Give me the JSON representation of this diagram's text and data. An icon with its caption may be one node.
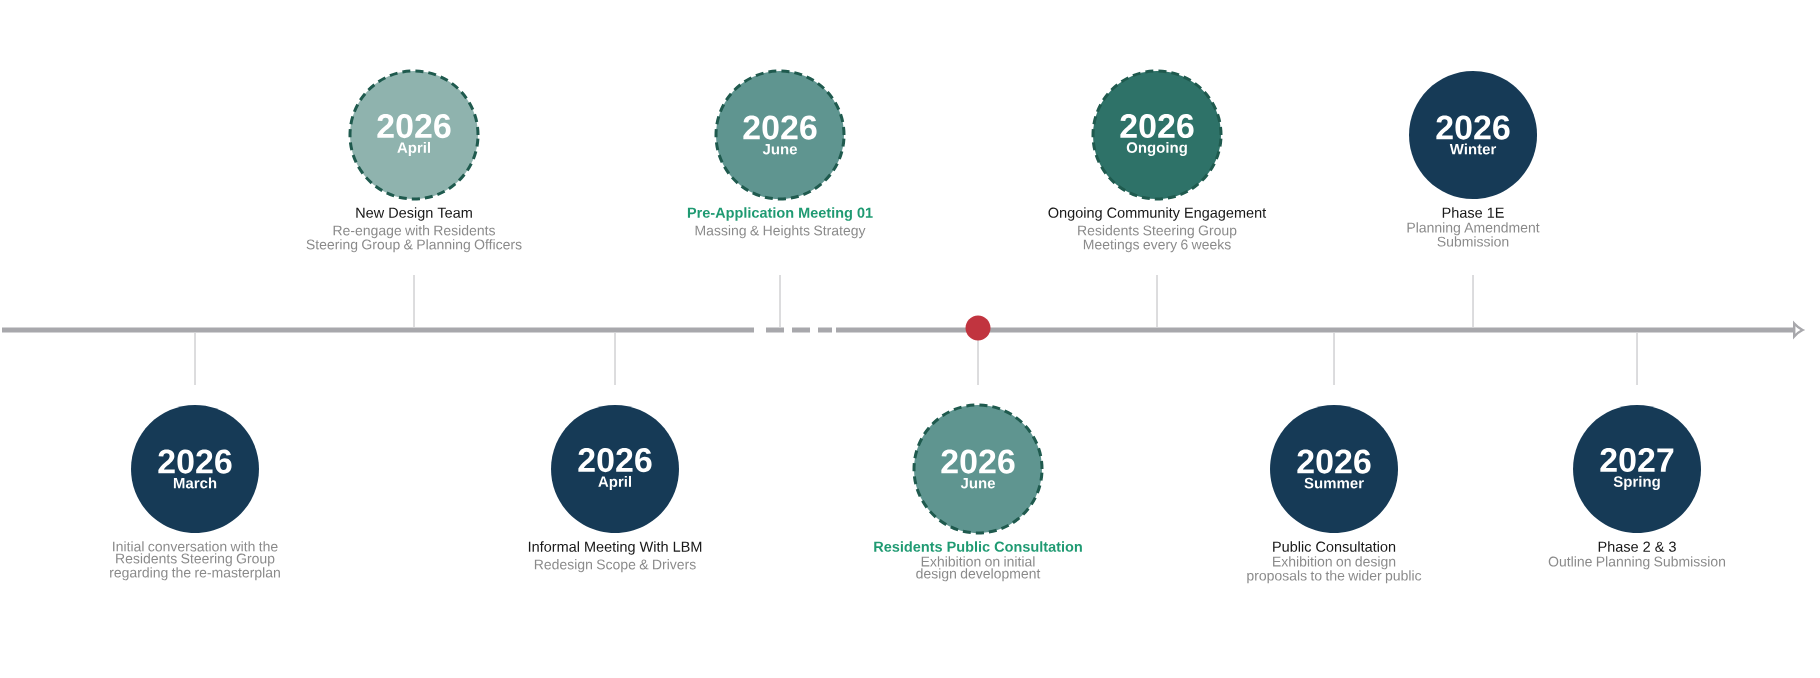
{
  "diagram": {
    "nodes": [
      {
        "text": [
          "2026",
          "March"
        ],
        "beside": [
          "Initial conversation with the Residents Steering Group regarding the re-masterplan"
        ]
      },
      {
        "text": [
          "2026",
          "April"
        ],
        "beside": [
          "New Design Team",
          "Re-engage with Residents Steering Group & Planning Officers"
        ]
      },
      {
        "text": [
          "2026",
          "April"
        ],
        "beside": [
          "Informal Meeting With LBM",
          "Redesign Scope & Drivers"
        ]
      },
      {
        "text": [
          "2026",
          "June"
        ],
        "beside": [
          "Pre-Application Meeting 01",
          "Massing & Heights Strategy"
        ]
      },
      {
        "text": [
          "2026",
          "June"
        ],
        "beside": [
          "Residents Public Consultation",
          "Exhibition on initial design development"
        ]
      },
      {
        "text": [
          "2026",
          "Ongoing"
        ],
        "beside": [
          "Ongoing Community Engagement",
          "Residents Steering Group Meetings every 6 weeks"
        ]
      },
      {
        "text": [
          "2026",
          "Summer"
        ],
        "beside": [
          "Public Consultation",
          "Exhibition on design proposals to the wider public"
        ]
      },
      {
        "text": [
          "2026",
          "Winter"
        ],
        "beside": [
          "Phase 1E",
          "Planning Amendment Submission"
        ]
      },
      {
        "text": [
          "2027",
          "Spring"
        ],
        "beside": [
          "Phase 2 & 3",
          "Outline Planning Submission"
        ]
      }
    ]
  }
}
